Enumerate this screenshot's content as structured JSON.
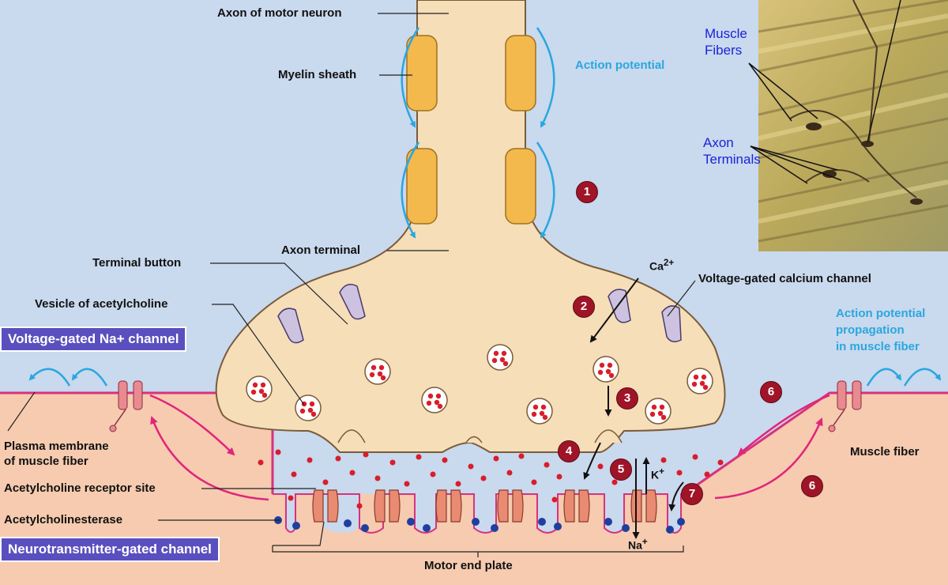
{
  "labels": {
    "axon_motor_neuron": "Axon of motor neuron",
    "myelin_sheath": "Myelin sheath",
    "action_potential": "Action potential",
    "axon_terminal": "Axon terminal",
    "terminal_button": "Terminal button",
    "vesicle_ach": "Vesicle of acetylcholine",
    "vg_calcium_channel": "Voltage-gated calcium channel",
    "ap_propagation_1": "Action potential",
    "ap_propagation_2": "propagation",
    "ap_propagation_3": "in muscle fiber",
    "plasma_membrane_1": "Plasma membrane",
    "plasma_membrane_2": "of muscle fiber",
    "ach_receptor_site": "Acetylcholine receptor site",
    "acetylcholinesterase": "Acetylcholinesterase",
    "motor_end_plate": "Motor end plate",
    "muscle_fiber": "Muscle fiber"
  },
  "boxes": {
    "vg_na_channel": "Voltage-gated Na+ channel",
    "nt_gated_channel": "Neurotransmitter-gated channel"
  },
  "ions": {
    "ca_base": "Ca",
    "ca_sup": "2+",
    "k_base": "K",
    "k_sup": "+",
    "na_base": "Na",
    "na_sup": "+"
  },
  "steps": [
    "1",
    "2",
    "3",
    "4",
    "5",
    "6",
    "6",
    "7"
  ],
  "inset": {
    "muscle_fibers_1": "Muscle",
    "muscle_fibers_2": "Fibers",
    "axon_terminals_1": "Axon",
    "axon_terminals_2": "Terminals"
  },
  "colors": {
    "background": "#c9d9ee",
    "neuron": "#f5deb8",
    "myelin": "#f3b94c",
    "muscle": "#f6cbb0",
    "membrane": "#d8327c",
    "vesicle_dot": "#d81e2a",
    "arrow_blue": "#2aa7df",
    "arrow_magenta": "#e0267a",
    "step_badge": "#a01428",
    "label_box": "#5a4fbe"
  }
}
